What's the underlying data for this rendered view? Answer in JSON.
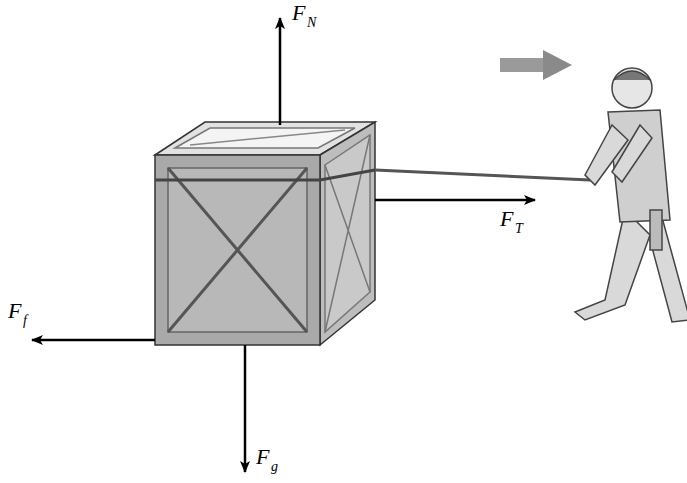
{
  "diagram": {
    "labels": [
      "F",
      "N",
      "F",
      "T",
      "F",
      "f",
      "F",
      "g"
    ]
  }
}
